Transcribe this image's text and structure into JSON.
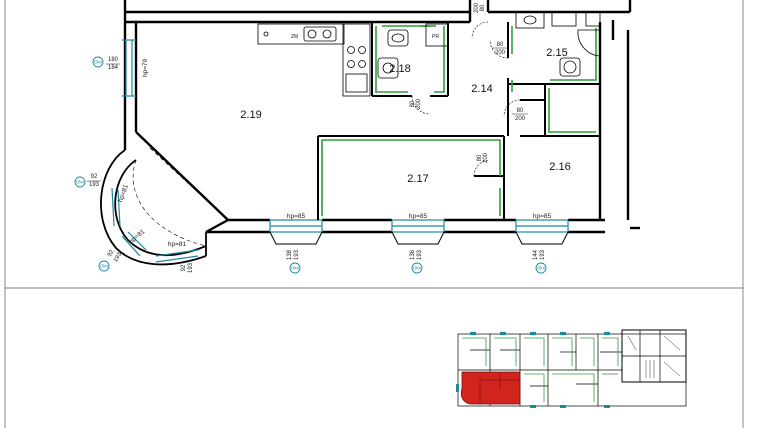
{
  "rooms": [
    {
      "id": "2.19",
      "label": "2.19"
    },
    {
      "id": "2.18",
      "label": "2.18"
    },
    {
      "id": "2.17",
      "label": "2.17"
    },
    {
      "id": "2.16",
      "label": "2.16"
    },
    {
      "id": "2.15",
      "label": "2.15"
    },
    {
      "id": "2.14",
      "label": "2.14"
    }
  ],
  "window_heights": {
    "left": "hp=79",
    "bay_top": "hp=81",
    "bay_mid": "hp=81",
    "bay_bottom": "hp=81",
    "w1": "hp=85",
    "w2": "hp=85",
    "w3": "hp=85"
  },
  "window_dims": {
    "left_a": "180",
    "left_b": "184",
    "bay1_a": "92",
    "bay1_b": "193",
    "bay2_a": "92",
    "bay2_b": "193",
    "bay3_a": "92",
    "bay3_b": "193",
    "w1_a": "138",
    "w1_b": "193",
    "w2_a": "136",
    "w2_b": "193",
    "w3_a": "144",
    "w3_b": "193"
  },
  "window_tags": {
    "marker": "Okn"
  },
  "door_dims": {
    "d_top_a": "80",
    "d_top_b": "200",
    "d_218_a": "80",
    "d_218_b": "200",
    "d_214_a": "80",
    "d_214_b": "200",
    "d_217_a": "80",
    "d_217_b": "200",
    "top_a": "200",
    "top_b": "80"
  },
  "fixtures": {
    "zm": "ZM",
    "pr": "PR"
  },
  "colors": {
    "wall": "#000000",
    "finish_line": "#2e9e3a",
    "window_marker": "#1a8aa0",
    "highlight": "#d0241c"
  }
}
